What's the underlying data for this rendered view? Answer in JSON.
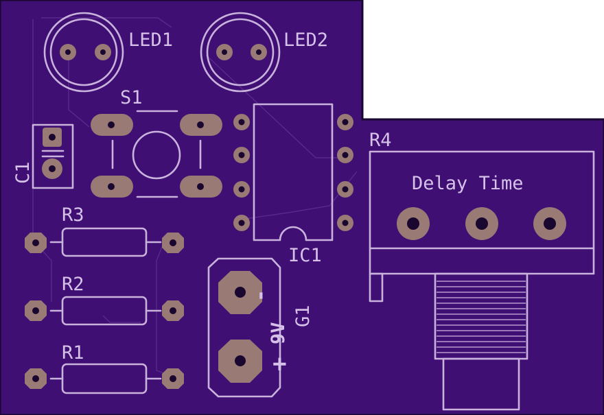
{
  "colors": {
    "board": "#3f0f74",
    "background": "#ffffff",
    "silkscreen": "#c9b3dd",
    "copper_pad": "#9a7a74",
    "drill_hole": "#1a0730",
    "trace": "#5b2d8c"
  },
  "labels": {
    "led1": "LED1",
    "led2": "LED2",
    "s1": "S1",
    "c1": "C1",
    "r1": "R1",
    "r2": "R2",
    "r3": "R3",
    "ic1": "IC1",
    "r4": "R4",
    "pot_caption": "Delay Time",
    "g1": "G1",
    "battery": "9V",
    "minus": "-",
    "plus": "+"
  }
}
